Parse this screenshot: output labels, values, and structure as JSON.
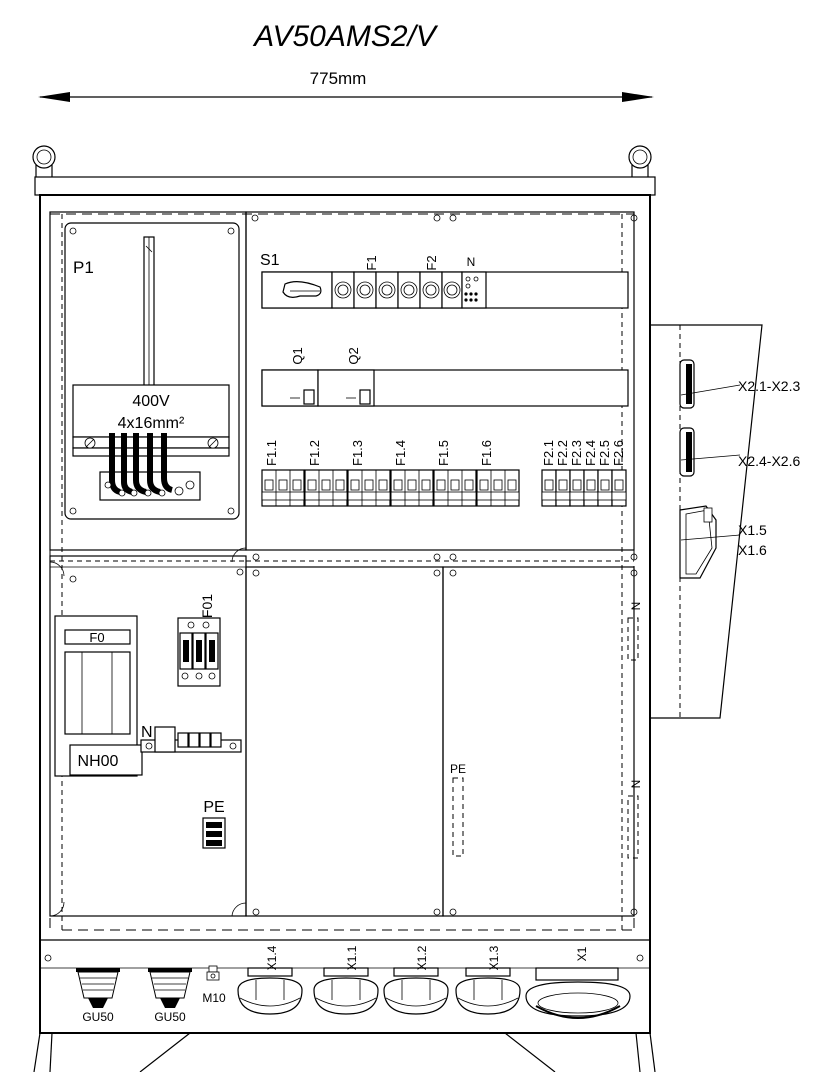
{
  "title": "AV50AMS2/V",
  "dimension": "775mm",
  "labels": {
    "p1": "P1",
    "meter_voltage": "400V",
    "meter_cable": "4x16mm²",
    "s1": "S1",
    "f1": "F1",
    "f2": "F2",
    "n_top": "N",
    "q1": "Q1",
    "q2": "Q2",
    "f01": "F01",
    "f0": "F0",
    "nh00": "NH00",
    "n_mid": "N",
    "pe_left": "PE",
    "pe_center": "PE",
    "n_right_1": "N",
    "n_right_2": "N",
    "x2_1": "X2.1-X2.3",
    "x2_4": "X2.4-X2.6",
    "x1_5": "X1.5",
    "x1_6": "X1.6",
    "gu50_1": "GU50",
    "gu50_2": "GU50",
    "m10": "M10",
    "x1_4": "X1.4",
    "x1_1": "X1.1",
    "x1_2": "X1.2",
    "x1_3": "X1.3",
    "x1": "X1"
  },
  "breakers_f1": [
    "F1.1",
    "F1.2",
    "F1.3",
    "F1.4",
    "F1.5",
    "F1.6"
  ],
  "breakers_f2": [
    "F2.1",
    "F2.2",
    "F2.3",
    "F2.4",
    "F2.5",
    "F2.6"
  ]
}
